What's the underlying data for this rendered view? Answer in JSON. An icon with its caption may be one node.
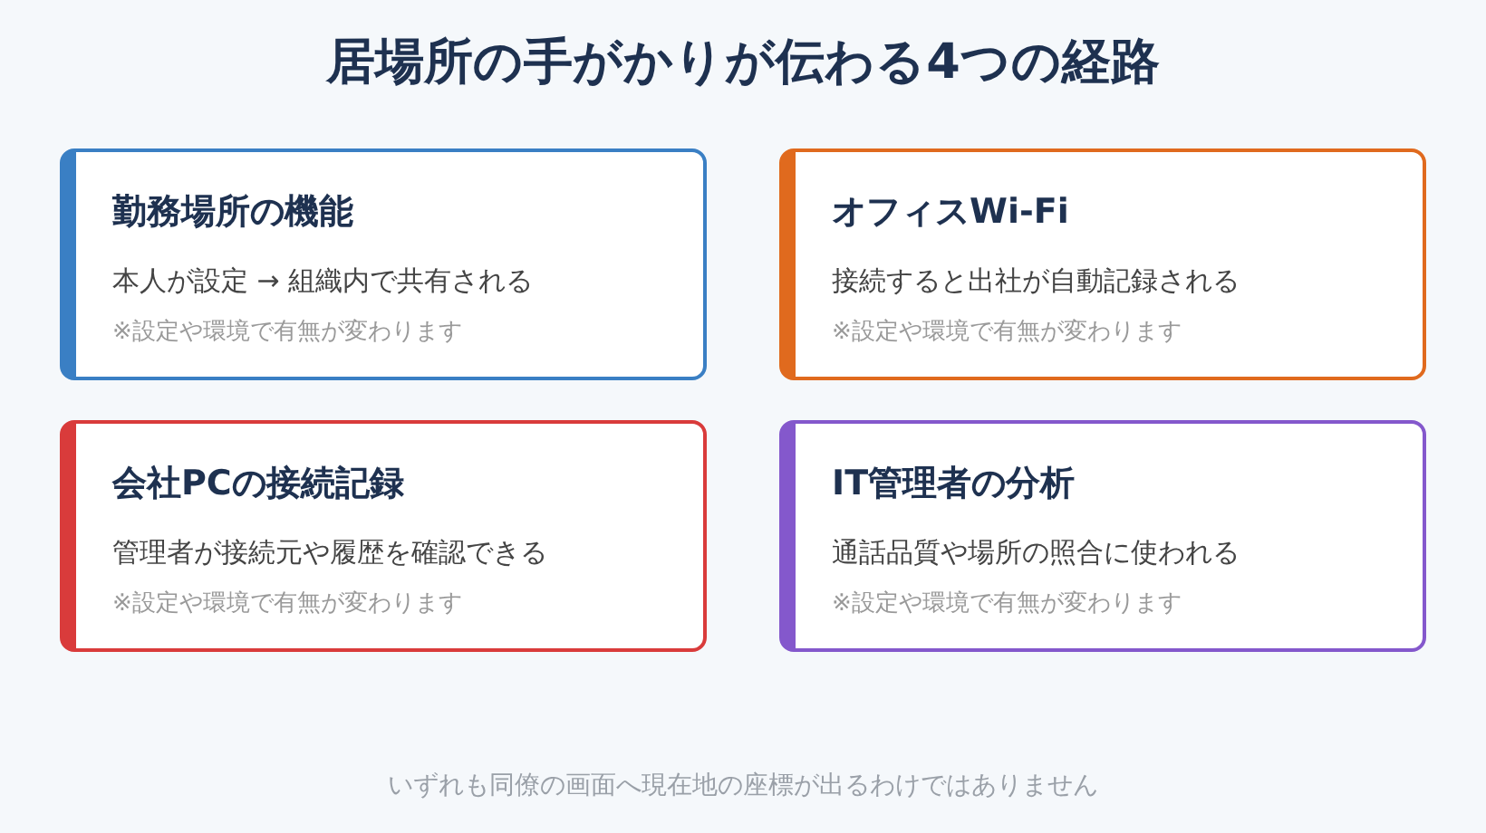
{
  "diagram": {
    "title": "居場所の手がかりが伝わる4つの経路",
    "caption": "いずれも同僚の画面へ現在地の座標が出るわけではありません",
    "nodes": [
      {
        "text": [
          "勤務場所の機能",
          "本人が設定 → 組織内で共有される",
          "※設定や環境で有無が変わります"
        ]
      },
      {
        "text": [
          "オフィスWi-Fi",
          "接続すると出社が自動記録される",
          "※設定や環境で有無が変わります"
        ]
      },
      {
        "text": [
          "会社PCの接続記録",
          "管理者が接続元や履歴を確認できる",
          "※設定や環境で有無が変わります"
        ]
      },
      {
        "text": [
          "IT管理者の分析",
          "通話品質や場所の照合に使われる",
          "※設定や環境で有無が変わります"
        ]
      }
    ]
  }
}
